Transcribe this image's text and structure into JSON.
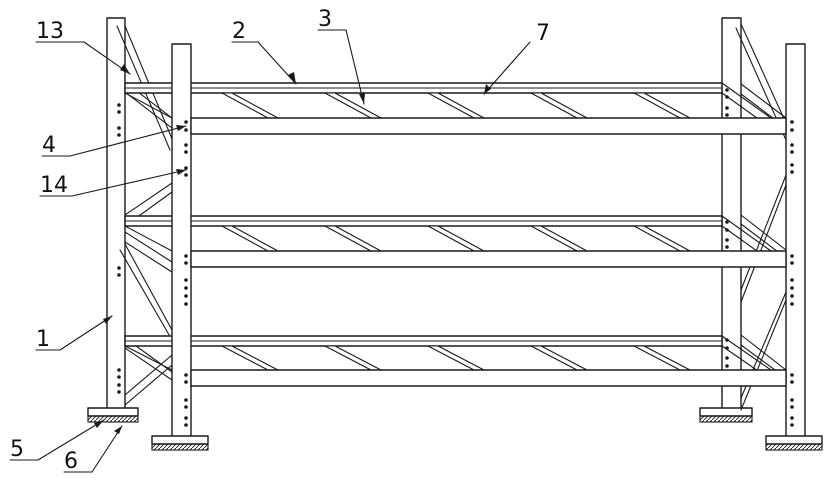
{
  "labels": {
    "l1": "1",
    "l2": "2",
    "l3": "3",
    "l4": "4",
    "l5": "5",
    "l6": "6",
    "l7": "7",
    "l13": "13",
    "l14": "14"
  }
}
